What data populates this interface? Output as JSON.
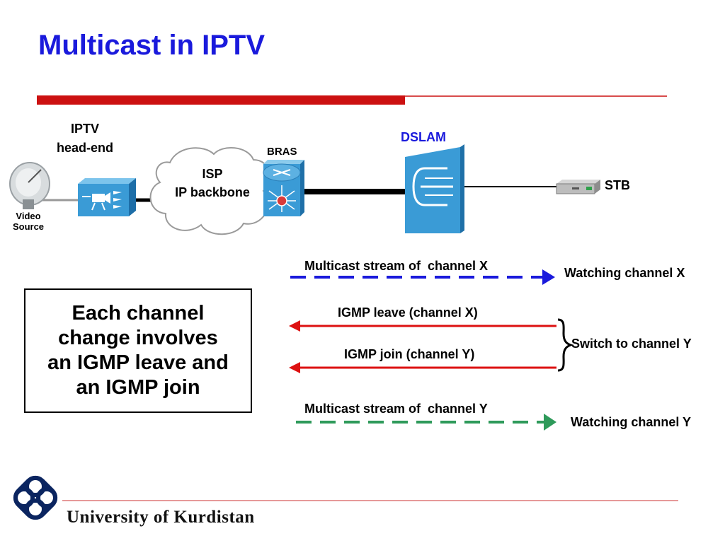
{
  "title": "Multicast in IPTV",
  "nodes": {
    "video_source": "Video\nSource",
    "headend_line1": "IPTV",
    "headend_line2": "head-end",
    "isp_line1": "ISP",
    "isp_line2": "IP backbone",
    "bras": "BRAS",
    "dslam": "DSLAM",
    "stb": "STB"
  },
  "flows": {
    "stream_x_label": "Multicast stream of  channel X",
    "watch_x": "Watching channel X",
    "leave_label": "IGMP leave (channel X)",
    "join_label": "IGMP join (channel Y)",
    "switch_y": "Switch to channel Y",
    "stream_y_label": "Multicast stream of  channel Y",
    "watch_y": "Watching channel Y"
  },
  "note": {
    "line1": "Each channel",
    "line2": "change involves",
    "line3": "an IGMP leave and",
    "line4": "an IGMP join"
  },
  "footer": {
    "university": "University of Kurdistan"
  },
  "colors": {
    "title": "#1a1adc",
    "rule_red": "#cc1111",
    "stream_x": "#1a1adc",
    "igmp": "#dd1111",
    "stream_y": "#2e9a5a",
    "device_blue": "#3a9bd6"
  }
}
